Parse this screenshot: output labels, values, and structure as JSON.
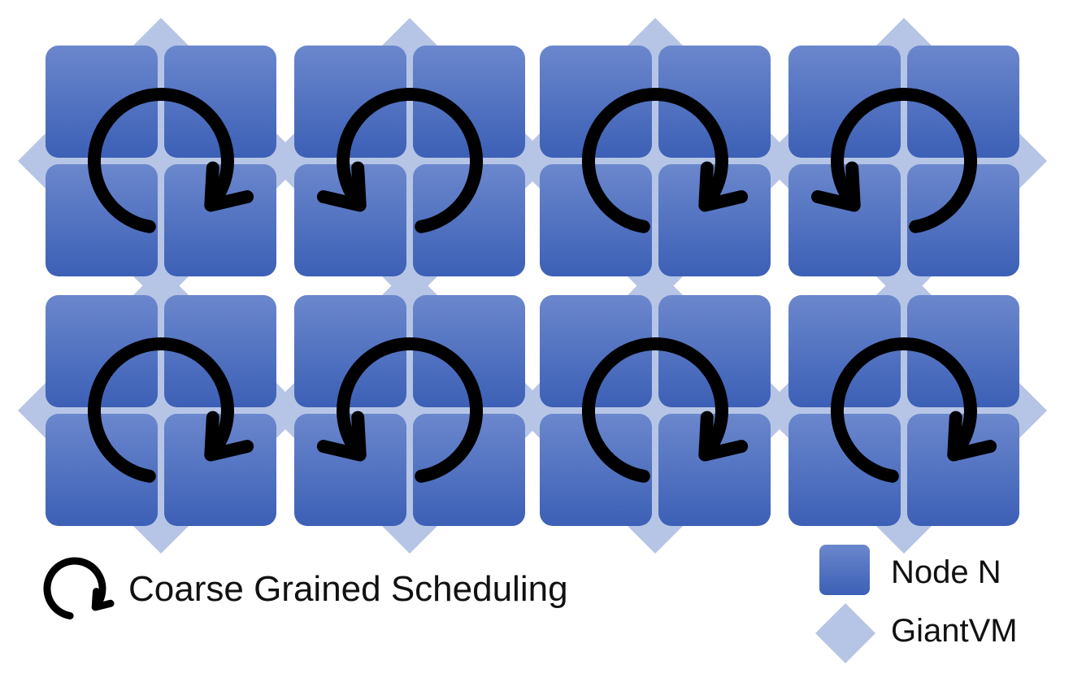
{
  "colors": {
    "node_top": "#6B87CD",
    "node_bottom": "#3C60B6",
    "giantvm": "#B6C5E5",
    "arrow": "#000000"
  },
  "groups": [
    {
      "arrow": "clockwise-arrow-icon"
    },
    {
      "arrow": "counterclockwise-arrow-icon"
    },
    {
      "arrow": "clockwise-arrow-icon"
    },
    {
      "arrow": "counterclockwise-arrow-icon"
    },
    {
      "arrow": "clockwise-arrow-icon"
    },
    {
      "arrow": "counterclockwise-arrow-icon"
    },
    {
      "arrow": "clockwise-arrow-icon"
    },
    {
      "arrow": "clockwise-arrow-icon"
    }
  ],
  "legend": {
    "scheduling_label": "Coarse Grained Scheduling",
    "node_label": "Node N",
    "giantvm_label": "GiantVM"
  }
}
